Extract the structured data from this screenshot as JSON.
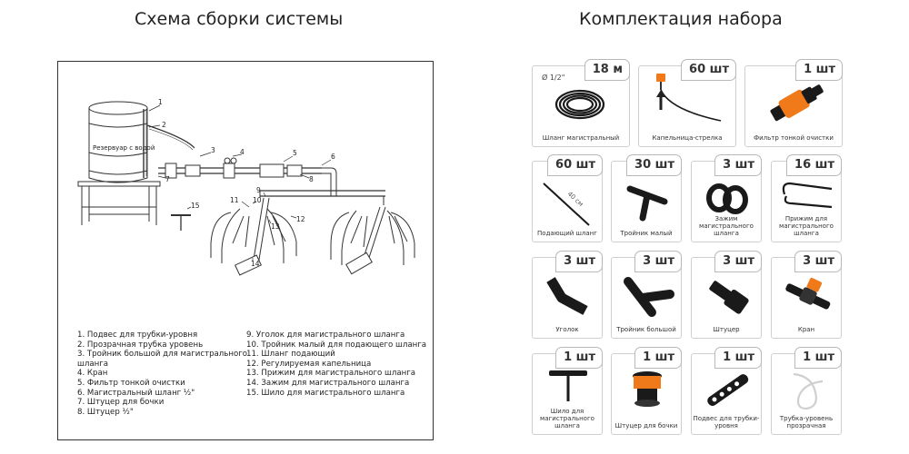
{
  "left_title": "Схема сборки системы",
  "right_title": "Комплектация набора",
  "diagram": {
    "tank_label": "Резервуар с водой",
    "callouts": [
      "1",
      "2",
      "3",
      "4",
      "5",
      "6",
      "7",
      "8",
      "9",
      "10",
      "11",
      "12",
      "13",
      "14",
      "15"
    ]
  },
  "legend_left": [
    "1. Подвес для трубки-уровня",
    "2. Прозрачная трубка уровень",
    "3. Тройник большой для магистрального",
    "шланга",
    "4. Кран",
    "5. Фильтр тонкой очистки",
    "6. Магистральный шланг ½\"",
    "7. Штуцер для бочки",
    "8. Штуцер ½\""
  ],
  "legend_right": [
    "9. Уголок для магистрального шланга",
    "10. Тройник малый для подающего шланга",
    "11. Шланг подающий",
    "12. Регулируемая капельница",
    "13. Прижим для магистрального шланга",
    "14. Зажим для магистрального шланга",
    "15. Шило для магистрального шланга"
  ],
  "kit": [
    {
      "qty": "18 м",
      "caption": "Шланг магистральный",
      "spec": "Ø 1/2\"",
      "icon": "hose-coil-icon"
    },
    {
      "qty": "60 шт",
      "caption": "Капельница-стрелка",
      "icon": "drip-arrow-icon"
    },
    {
      "qty": "1 шт",
      "caption": "Фильтр тонкой очистки",
      "icon": "filter-icon"
    },
    {
      "qty": "60 шт",
      "caption": "Подающий шланг",
      "spec": "40 см",
      "icon": "feed-hose-icon"
    },
    {
      "qty": "30 шт",
      "caption": "Тройник малый",
      "icon": "small-tee-icon"
    },
    {
      "qty": "3 шт",
      "caption": "Зажим магистрального шланга",
      "icon": "clamp-icon"
    },
    {
      "qty": "16 шт",
      "caption": "Прижим для магистрального шланга",
      "icon": "u-stake-icon"
    },
    {
      "qty": "3 шт",
      "caption": "Уголок",
      "icon": "elbow-icon"
    },
    {
      "qty": "3 шт",
      "caption": "Тройник большой",
      "icon": "large-tee-icon"
    },
    {
      "qty": "3 шт",
      "caption": "Штуцер",
      "icon": "fitting-icon"
    },
    {
      "qty": "3 шт",
      "caption": "Кран",
      "icon": "valve-icon"
    },
    {
      "qty": "1 шт",
      "caption": "Шило для магистрального шланга",
      "icon": "awl-icon"
    },
    {
      "qty": "1 шт",
      "caption": "Штуцер для бочки",
      "icon": "barrel-fitting-icon"
    },
    {
      "qty": "1 шт",
      "caption": "Подвес для трубки-уровня",
      "icon": "hanger-icon"
    },
    {
      "qty": "1 шт",
      "caption": "Трубка-уровень прозрачная",
      "icon": "clear-tube-icon"
    }
  ],
  "colors": {
    "accent": "#f07a1a",
    "dark": "#1a1a1a",
    "border": "#cfcfcf"
  }
}
